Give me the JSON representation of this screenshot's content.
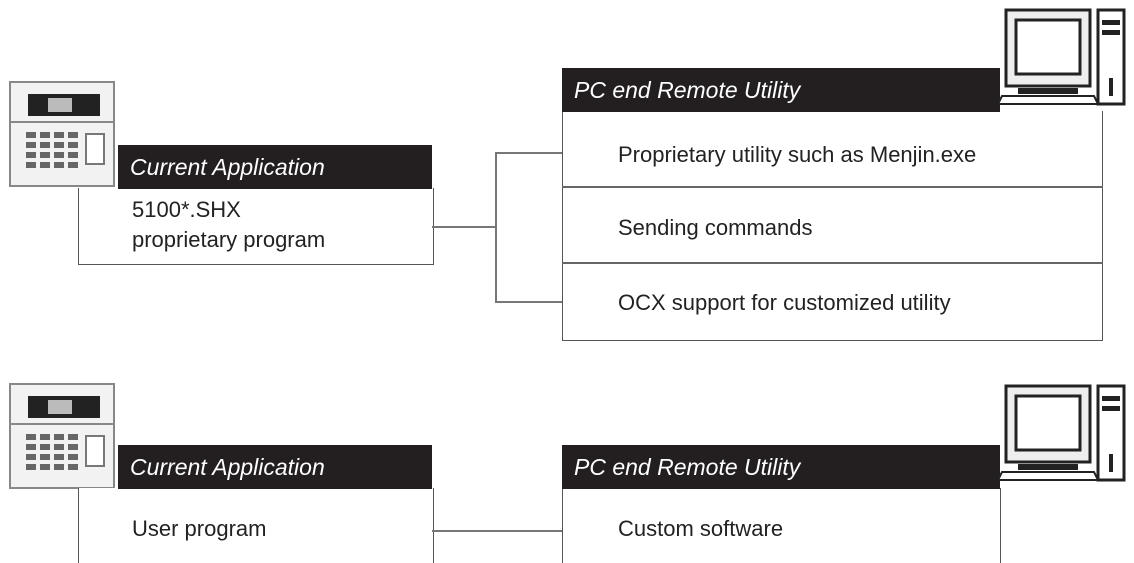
{
  "top": {
    "device_header": "Current Application",
    "device_lines": [
      "5100*.SHX",
      "proprietary program"
    ],
    "pc_header": "PC end Remote Utility",
    "pc_rows": [
      "Proprietary utility such as Menjin.exe",
      "Sending commands",
      "OCX support for customized utility"
    ]
  },
  "bottom": {
    "device_header": "Current Application",
    "device_line": "User program",
    "pc_header": "PC end Remote Utility",
    "pc_row": "Custom software"
  },
  "icons": {
    "device": "access-control-terminal-icon",
    "computer": "desktop-computer-icon"
  }
}
